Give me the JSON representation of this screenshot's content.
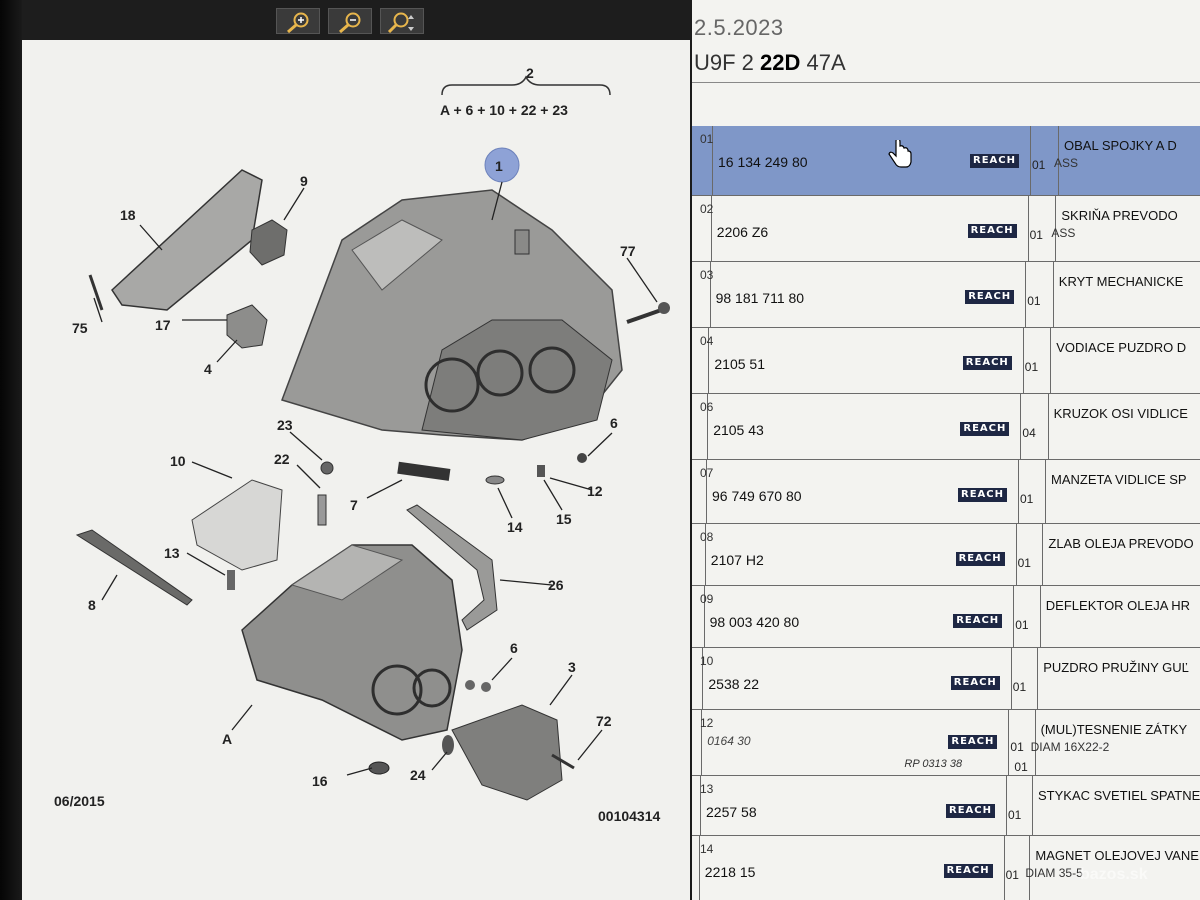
{
  "toolbar": {
    "zoom_in": "zoom-in",
    "zoom_out": "zoom-out",
    "zoom_fit": "zoom-fit"
  },
  "diagram": {
    "assembly_ref": "2",
    "assembly_formula": "A + 6 + 10 + 22 + 23",
    "date_code": "06/2015",
    "drawing_code": "00104314",
    "callouts": [
      "1",
      "18",
      "9",
      "75",
      "17",
      "4",
      "77",
      "23",
      "10",
      "22",
      "7",
      "6",
      "12",
      "14",
      "15",
      "13",
      "8",
      "26",
      "A",
      "16",
      "24",
      "3",
      "72"
    ]
  },
  "header": {
    "date": "2.5.2023",
    "code_prefix": "U9F 2 ",
    "code_bold": "22D",
    "code_suffix": " 47A"
  },
  "badge": "REACH",
  "rows": [
    {
      "idx": "01",
      "pn": "16 134 249 80",
      "qty": "01",
      "desc": "OBAL SPOJKY A D",
      "desc2": "ASS",
      "selected": true
    },
    {
      "idx": "02",
      "pn": "2206 Z6",
      "qty": "01",
      "desc": "SKRIŇA PREVODO",
      "desc2": "ASS"
    },
    {
      "idx": "03",
      "pn": "98 181 711 80",
      "qty": "01",
      "desc": "KRYT MECHANICKE",
      "desc2": ""
    },
    {
      "idx": "04",
      "pn": "2105 51",
      "qty": "01",
      "desc": "VODIACE PUZDRO D",
      "desc2": ""
    },
    {
      "idx": "06",
      "pn": "2105 43",
      "qty": "04",
      "desc": "KRUZOK OSI VIDLICE",
      "desc2": ""
    },
    {
      "idx": "07",
      "pn": "96 749 670 80",
      "qty": "01",
      "desc": "MANZETA VIDLICE SP",
      "desc2": ""
    },
    {
      "idx": "08",
      "pn": "2107 H2",
      "qty": "01",
      "desc": "ZLAB OLEJA PREVODO",
      "desc2": ""
    },
    {
      "idx": "09",
      "pn": "98 003 420 80",
      "qty": "01",
      "desc": "DEFLEKTOR OLEJA HR",
      "desc2": ""
    },
    {
      "idx": "10",
      "pn": "2538 22",
      "qty": "01",
      "desc": "PUZDRO PRUŽINY GUĽ",
      "desc2": ""
    },
    {
      "idx": "12",
      "pn": "0164 30",
      "qty": "01",
      "desc": "(MUL)TESNENIE ZÁTKY",
      "desc2": "DIAM 16X22-2",
      "rp": "RP 0313 38",
      "rp_qty": "01",
      "italic": true
    },
    {
      "idx": "13",
      "pn": "2257 58",
      "qty": "01",
      "desc": "STYKAC SVETIEL SPATNE",
      "desc2": ""
    },
    {
      "idx": "14",
      "pn": "2218 15",
      "qty": "01",
      "desc": "MAGNET OLEJOVEJ VANE",
      "desc2": "DIAM 35-5"
    }
  ],
  "watermark": "bazos.sk"
}
